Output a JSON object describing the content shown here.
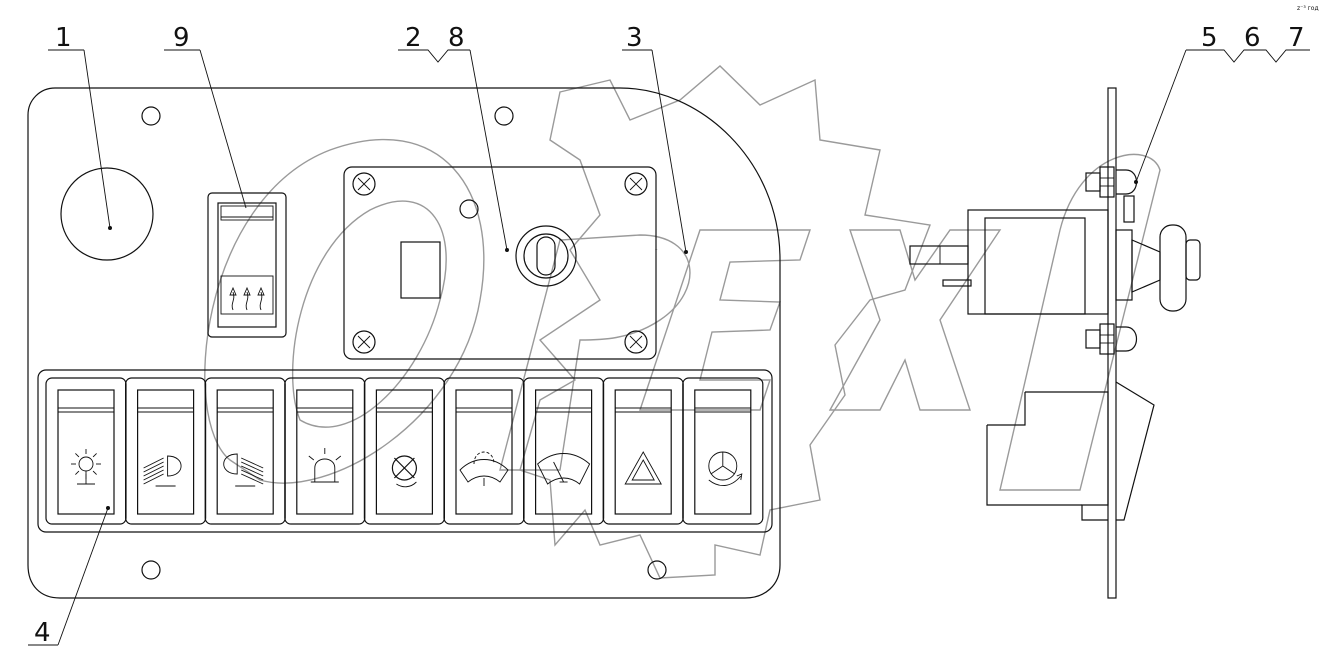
{
  "corner_mark": "z⁻³ год",
  "watermark": "OPEX",
  "callouts": [
    {
      "id": "c1",
      "label": "1"
    },
    {
      "id": "c9",
      "label": "9"
    },
    {
      "id": "c2",
      "label": "2"
    },
    {
      "id": "c8",
      "label": "8"
    },
    {
      "id": "c3",
      "label": "3"
    },
    {
      "id": "c5",
      "label": "5"
    },
    {
      "id": "c6",
      "label": "6"
    },
    {
      "id": "c7",
      "label": "7"
    },
    {
      "id": "c4",
      "label": "4"
    }
  ],
  "switches": [
    {
      "icon": "work-light-icon"
    },
    {
      "icon": "high-beam-icon"
    },
    {
      "icon": "low-beam-icon"
    },
    {
      "icon": "beacon-icon"
    },
    {
      "icon": "fan-off-icon"
    },
    {
      "icon": "rear-wiper-icon"
    },
    {
      "icon": "front-wiper-icon"
    },
    {
      "icon": "hazard-icon"
    },
    {
      "icon": "recirculation-icon"
    }
  ],
  "heater_switch_icon": "rear-window-heater-icon"
}
